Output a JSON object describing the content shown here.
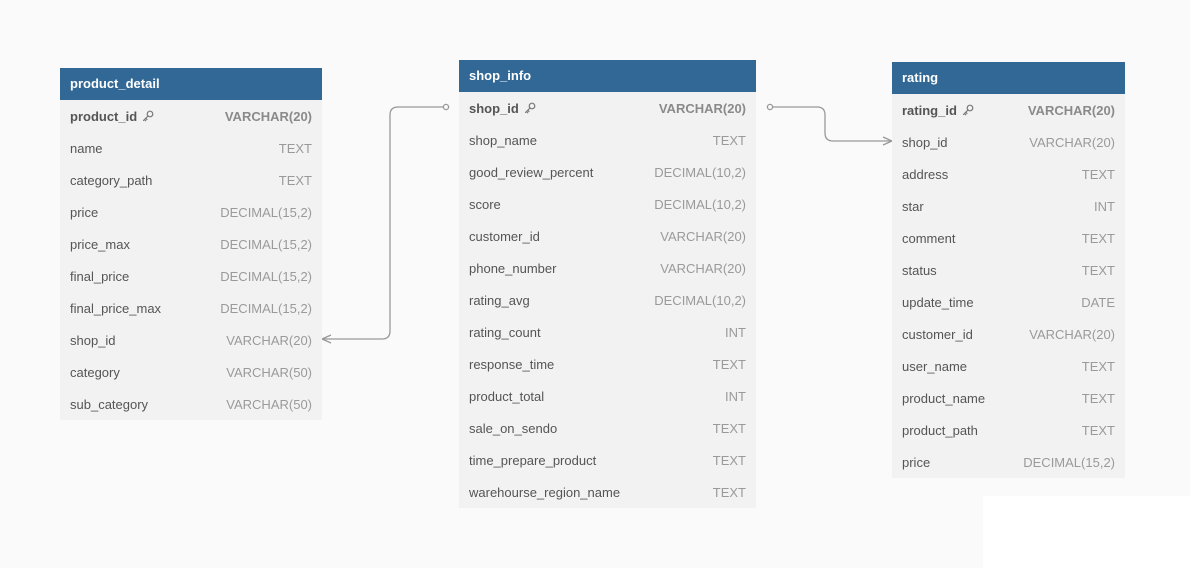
{
  "tables": {
    "product_detail": {
      "name": "product_detail",
      "columns": [
        {
          "name": "product_id",
          "type": "VARCHAR(20)",
          "pk": true
        },
        {
          "name": "name",
          "type": "TEXT"
        },
        {
          "name": "category_path",
          "type": "TEXT"
        },
        {
          "name": "price",
          "type": "DECIMAL(15,2)"
        },
        {
          "name": "price_max",
          "type": "DECIMAL(15,2)"
        },
        {
          "name": "final_price",
          "type": "DECIMAL(15,2)"
        },
        {
          "name": "final_price_max",
          "type": "DECIMAL(15,2)"
        },
        {
          "name": "shop_id",
          "type": "VARCHAR(20)"
        },
        {
          "name": "category",
          "type": "VARCHAR(50)"
        },
        {
          "name": "sub_category",
          "type": "VARCHAR(50)"
        }
      ]
    },
    "shop_info": {
      "name": "shop_info",
      "columns": [
        {
          "name": "shop_id",
          "type": "VARCHAR(20)",
          "pk": true
        },
        {
          "name": "shop_name",
          "type": "TEXT"
        },
        {
          "name": "good_review_percent",
          "type": "DECIMAL(10,2)"
        },
        {
          "name": "score",
          "type": "DECIMAL(10,2)"
        },
        {
          "name": "customer_id",
          "type": "VARCHAR(20)"
        },
        {
          "name": "phone_number",
          "type": "VARCHAR(20)"
        },
        {
          "name": "rating_avg",
          "type": "DECIMAL(10,2)"
        },
        {
          "name": "rating_count",
          "type": "INT"
        },
        {
          "name": "response_time",
          "type": "TEXT"
        },
        {
          "name": "product_total",
          "type": "INT"
        },
        {
          "name": "sale_on_sendo",
          "type": "TEXT"
        },
        {
          "name": "time_prepare_product",
          "type": "TEXT"
        },
        {
          "name": "warehourse_region_name",
          "type": "TEXT"
        }
      ]
    },
    "rating": {
      "name": "rating",
      "columns": [
        {
          "name": "rating_id",
          "type": "VARCHAR(20)",
          "pk": true
        },
        {
          "name": "shop_id",
          "type": "VARCHAR(20)"
        },
        {
          "name": "address",
          "type": "TEXT"
        },
        {
          "name": "star",
          "type": "INT"
        },
        {
          "name": "comment",
          "type": "TEXT"
        },
        {
          "name": "status",
          "type": "TEXT"
        },
        {
          "name": "update_time",
          "type": "DATE"
        },
        {
          "name": "customer_id",
          "type": "VARCHAR(20)"
        },
        {
          "name": "user_name",
          "type": "TEXT"
        },
        {
          "name": "product_name",
          "type": "TEXT"
        },
        {
          "name": "product_path",
          "type": "TEXT"
        },
        {
          "name": "price",
          "type": "DECIMAL(15,2)"
        }
      ]
    }
  },
  "colors": {
    "header": "#326896",
    "body": "#f2f2f2",
    "connector": "#999999"
  },
  "relationships": [
    {
      "from_table": "product_detail",
      "from_column": "shop_id",
      "from_cardinality": "many",
      "to_table": "shop_info",
      "to_column": "shop_id",
      "to_cardinality": "one"
    },
    {
      "from_table": "rating",
      "from_column": "shop_id",
      "from_cardinality": "many",
      "to_table": "shop_info",
      "to_column": "shop_id",
      "to_cardinality": "one"
    }
  ]
}
